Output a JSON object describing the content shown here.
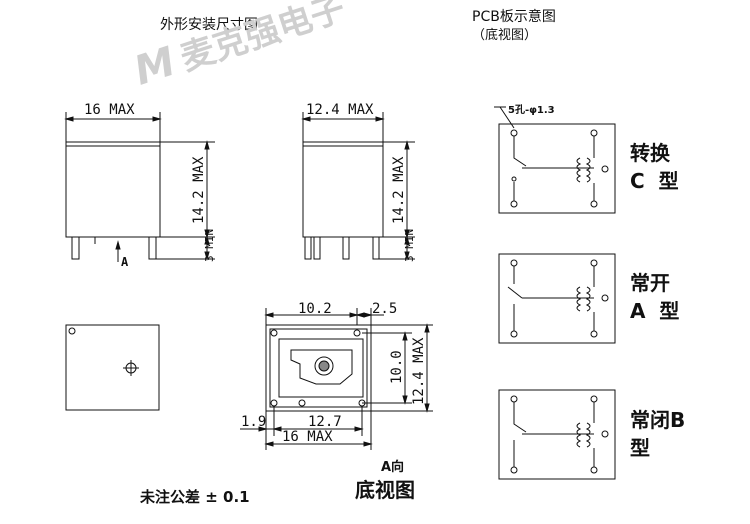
{
  "headers": {
    "outline_title": "外形安装尺寸图",
    "pcb_title": "PCB板示意图",
    "pcb_subtitle": "（底视图）"
  },
  "watermark": {
    "text": "麦克强电子"
  },
  "front_view": {
    "width_label": "16 MAX",
    "height_label": "14.2 MAX",
    "pin_label": "3 MIN",
    "arrow_label": "A"
  },
  "side_view": {
    "width_label": "12.4 MAX",
    "height_label": "14.2 MAX",
    "pin_label": "3 MIN"
  },
  "bottom_view": {
    "dim_top_left": "10.2",
    "dim_top_right": "2.5",
    "dim_right_inner": "10.0",
    "dim_right_outer": "12.4 MAX",
    "dim_bottom_left": "1.9",
    "dim_bottom_mid": "12.7",
    "dim_bottom_overall": "16 MAX",
    "caption_a": "A向",
    "caption_main": "底视图"
  },
  "tolerance_note": "未注公差 ± 0.1",
  "pcb": {
    "hole_note": "5孔-φ1.3",
    "labels": [
      {
        "line1": "转换",
        "line2": "C  型"
      },
      {
        "line1": "常开",
        "line2": "A  型"
      },
      {
        "line1": "常闭B",
        "line2": "型"
      }
    ]
  }
}
